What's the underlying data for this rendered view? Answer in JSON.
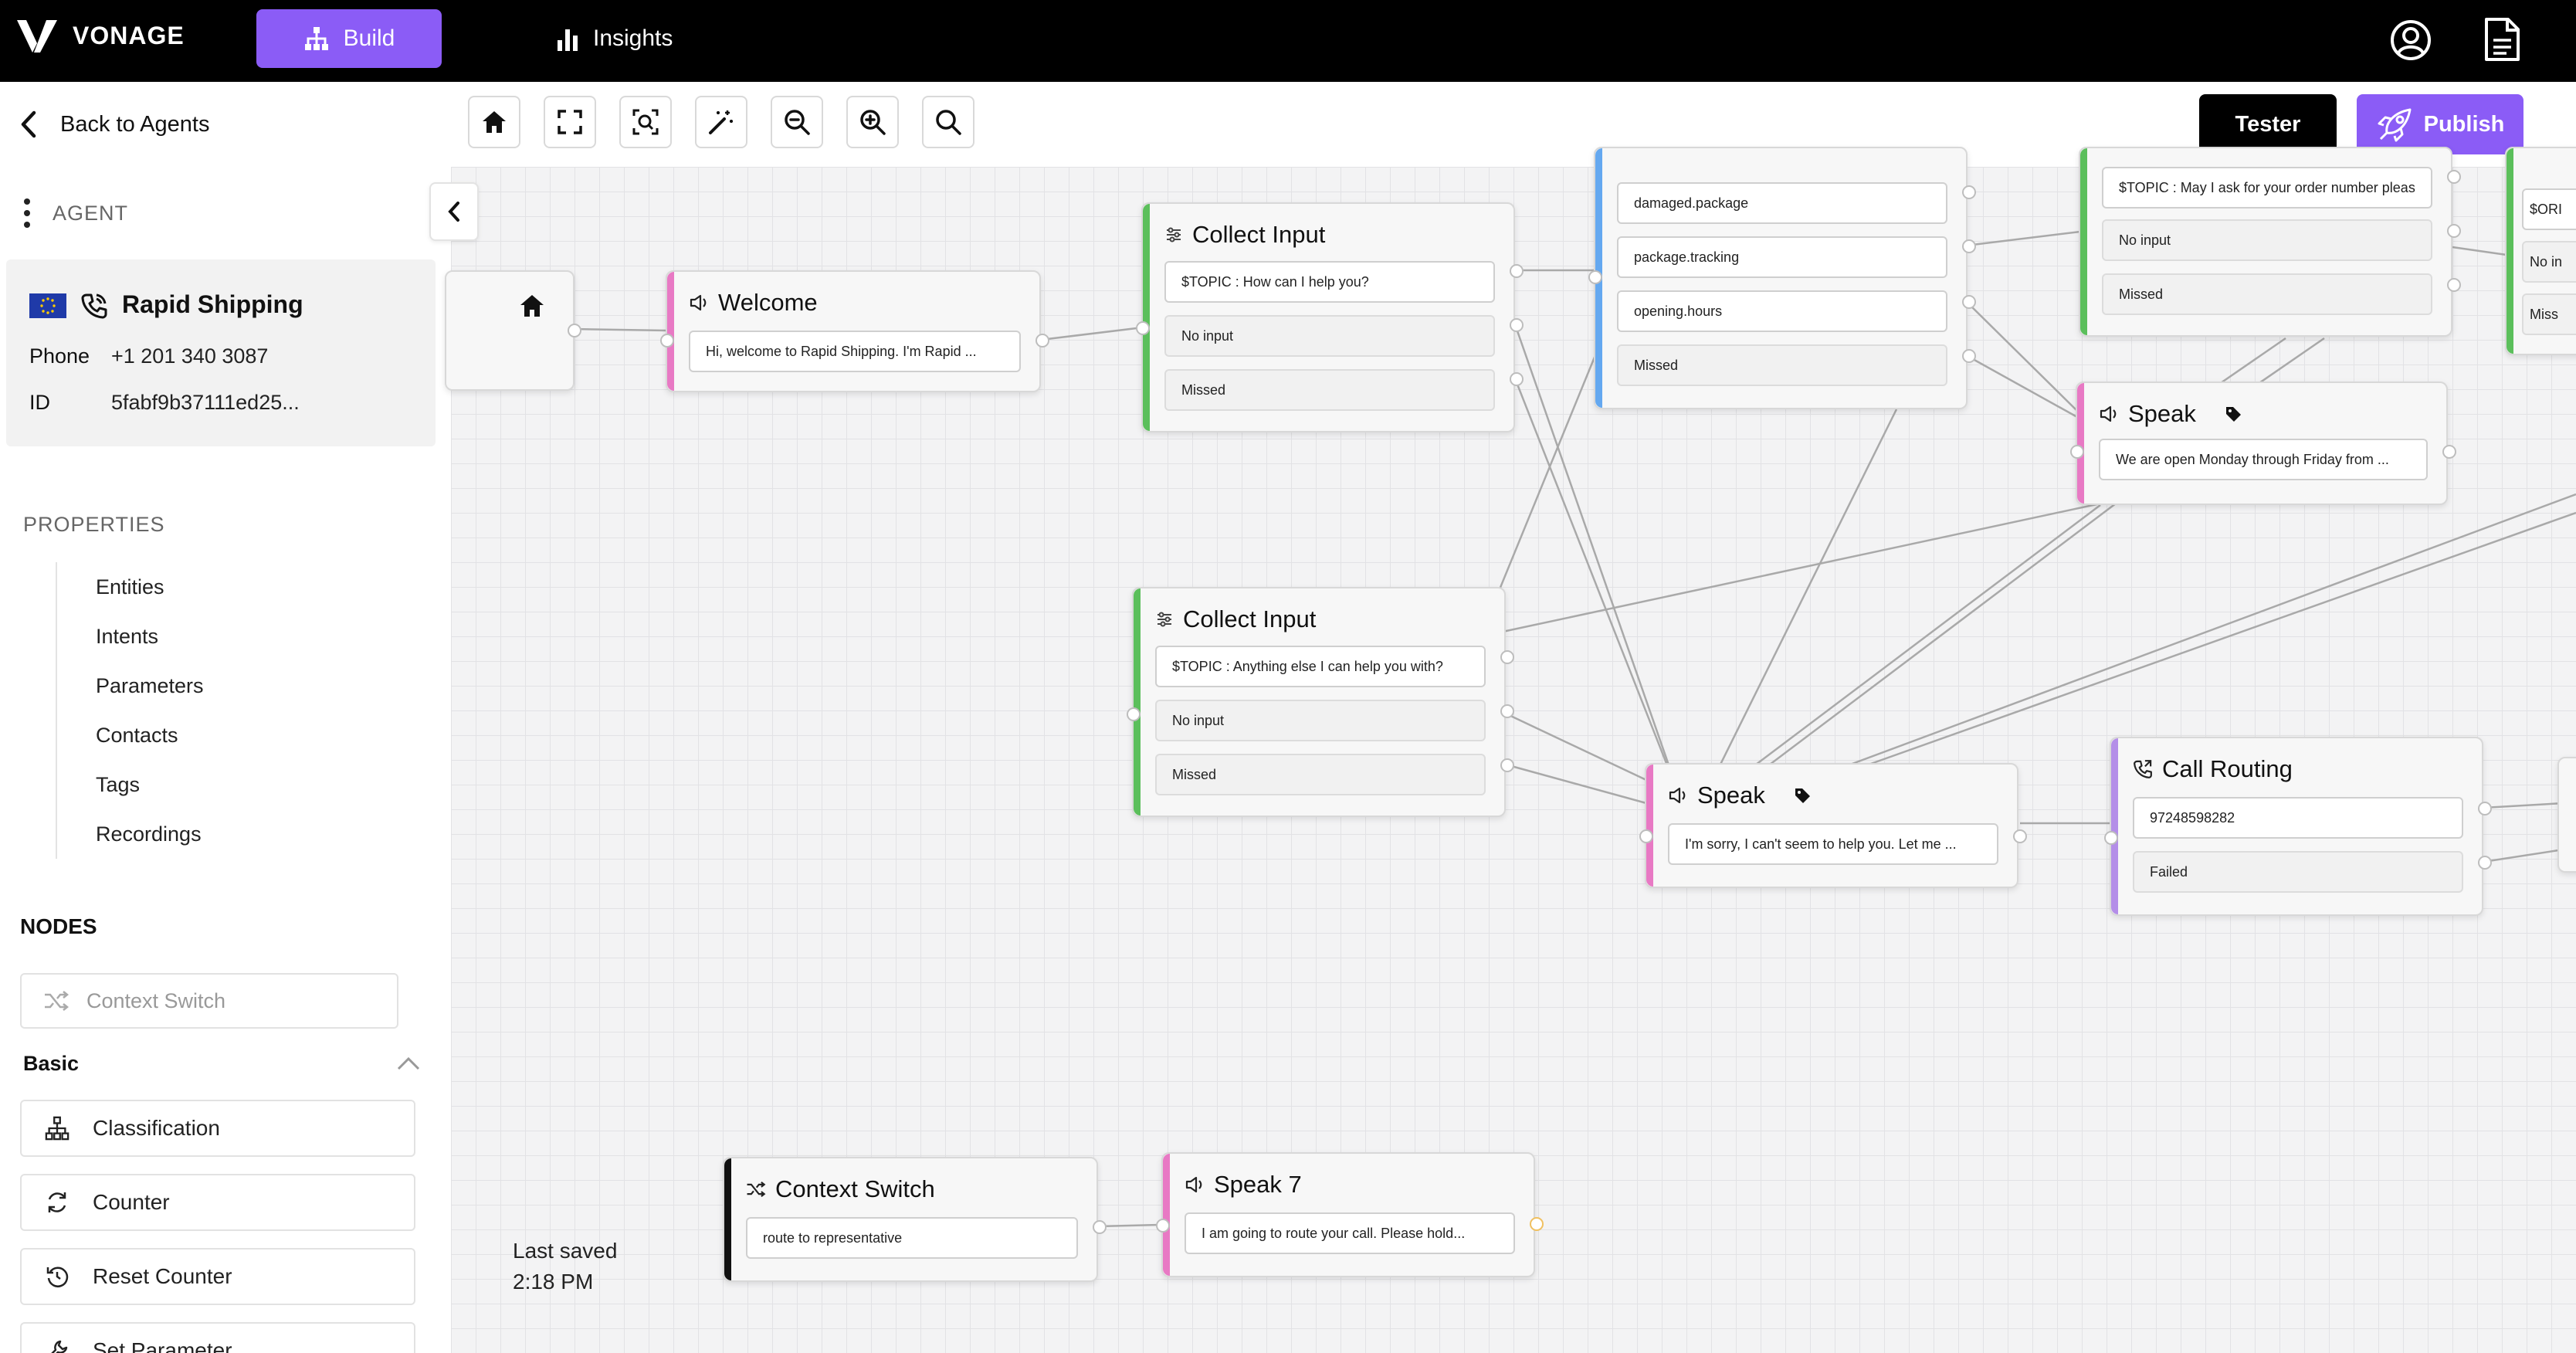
{
  "topbar": {
    "brand": "VONAGE",
    "build_label": "Build",
    "insights_label": "Insights"
  },
  "toolbar": {
    "back_label": "Back to Agents",
    "tester_label": "Tester",
    "publish_label": "Publish",
    "tools": [
      "home-icon",
      "fit-screen-icon",
      "focus-icon",
      "magic-wand-icon",
      "zoom-out-icon",
      "zoom-in-icon",
      "search-icon"
    ]
  },
  "sidebar": {
    "agent_header": "AGENT",
    "agent": {
      "name": "Rapid Shipping",
      "phone_label": "Phone",
      "phone": "+1 201 340 3087",
      "id_label": "ID",
      "id": "5fabf9b37111ed25..."
    },
    "properties_title": "PROPERTIES",
    "properties": [
      "Entities",
      "Intents",
      "Parameters",
      "Contacts",
      "Tags",
      "Recordings"
    ],
    "nodes_title": "NODES",
    "context_switch_label": "Context Switch",
    "basic_title": "Basic",
    "basic_nodes": [
      "Classification",
      "Counter",
      "Reset Counter",
      "Set Parameter"
    ]
  },
  "canvas": {
    "last_saved_label": "Last saved",
    "last_saved_time": "2:18 PM",
    "nodes": {
      "welcome": {
        "title": "Welcome",
        "field": "Hi, welcome to Rapid Shipping. I'm Rapid ..."
      },
      "collect1": {
        "title": "Collect Input",
        "fields": [
          "$TOPIC : How can I help you?",
          "No input",
          "Missed"
        ]
      },
      "classification": {
        "fields": [
          "damaged.package",
          "package.tracking",
          "opening.hours",
          "Missed"
        ]
      },
      "topright_collect": {
        "fields": [
          "$TOPIC : May I ask for your order number pleas",
          "No input",
          "Missed"
        ]
      },
      "edge_partial": {
        "fields": [
          "$ORI",
          "No in",
          "Miss"
        ]
      },
      "speak_hours": {
        "title": "Speak",
        "field": "We are open Monday through Friday from ..."
      },
      "collect2": {
        "title": "Collect Input",
        "fields": [
          "$TOPIC : Anything else I can help you with?",
          "No input",
          "Missed"
        ]
      },
      "speak_sorry": {
        "title": "Speak",
        "field": "I'm sorry, I can't seem to help you. Let me ..."
      },
      "call_routing": {
        "title": "Call Routing",
        "fields": [
          "97248598282",
          "Failed"
        ]
      },
      "context_switch": {
        "title": "Context Switch",
        "field": "route to representative"
      },
      "speak7": {
        "title": "Speak 7",
        "field": "I am going to route your call. Please hold..."
      }
    }
  },
  "colors": {
    "accent": "#8b5cf6",
    "speak_bar": "#e879c4",
    "collect_bar": "#5bbf5b",
    "classification_bar": "#64a8f0",
    "routing_bar": "#b48ee8",
    "context_bar": "#111111"
  }
}
